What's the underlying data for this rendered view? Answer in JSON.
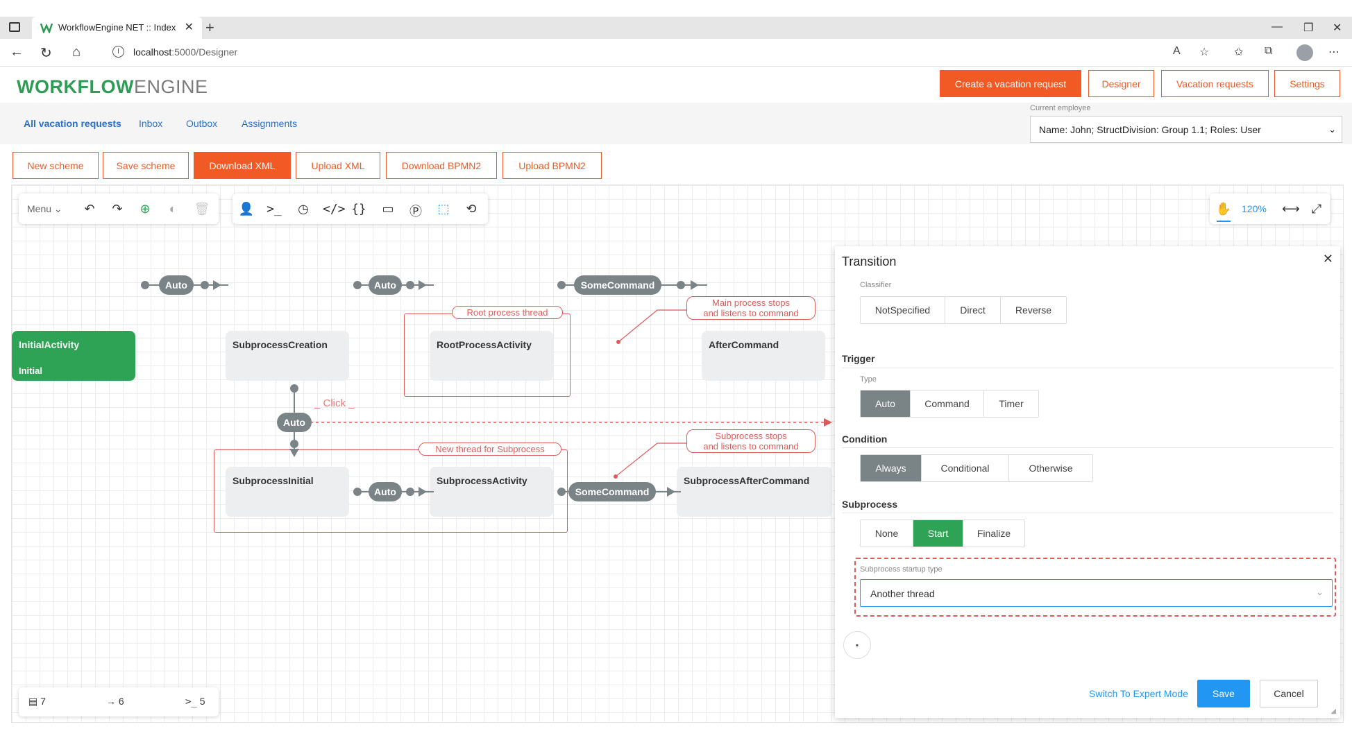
{
  "browser": {
    "tab_title": "WorkflowEngine NET :: Index",
    "url_host": "localhost",
    "url_rest": ":5000/Designer"
  },
  "app": {
    "logo_bold": "WORKFLOW",
    "logo_light": "ENGINE",
    "header_buttons": [
      "Create a vacation request",
      "Designer",
      "Vacation requests",
      "Settings"
    ],
    "subnav": [
      "All vacation requests",
      "Inbox",
      "Outbox",
      "Assignments"
    ],
    "current_employee_label": "Current employee",
    "current_employee_value": "Name: John; StructDivision: Group 1.1; Roles: User"
  },
  "scheme_toolbar": [
    "New scheme",
    "Save scheme",
    "Download XML",
    "Upload XML",
    "Download BPMN2",
    "Upload BPMN2"
  ],
  "designer": {
    "menu_label": "Menu",
    "zoom": "120%",
    "stats": {
      "activities": "7",
      "transitions": "6",
      "commands": "5"
    }
  },
  "diagram": {
    "activities": {
      "initial": "InitialActivity",
      "initial_state": "Initial",
      "subprocess_creation": "SubprocessCreation",
      "root_process_activity": "RootProcessActivity",
      "after_command": "AfterCommand",
      "subprocess_initial": "SubprocessInitial",
      "subprocess_activity": "SubprocessActivity",
      "subprocess_after_command": "SubprocessAfterCommand"
    },
    "transitions": {
      "auto": "Auto",
      "command": "SomeCommand"
    },
    "annotations": {
      "root_thread": "Root process thread",
      "main_stops_1": "Main process stops",
      "main_stops_2": "and listens to command",
      "new_thread": "New thread for Subprocess",
      "sub_stops_1": "Subprocess stops",
      "sub_stops_2": "and listens to command",
      "click": "Click"
    }
  },
  "dialog": {
    "title": "Transition",
    "classifier_label": "Classifier",
    "classifier_options": [
      "NotSpecified",
      "Direct",
      "Reverse"
    ],
    "trigger_label": "Trigger",
    "type_label": "Type",
    "trigger_options": [
      "Auto",
      "Command",
      "Timer"
    ],
    "trigger_selected": "Auto",
    "condition_label": "Condition",
    "condition_options": [
      "Always",
      "Conditional",
      "Otherwise"
    ],
    "condition_selected": "Always",
    "subprocess_label": "Subprocess",
    "subprocess_options": [
      "None",
      "Start",
      "Finalize"
    ],
    "subprocess_selected": "Start",
    "startup_type_label": "Subprocess startup type",
    "startup_type_value": "Another thread",
    "expert_mode": "Switch To Expert Mode",
    "save": "Save",
    "cancel": "Cancel"
  },
  "colors": {
    "brand_orange": "#f15a24",
    "brand_green": "#2ea355",
    "link_blue": "#2196f3",
    "annotation_red": "#e05a5a",
    "node_gray": "#7a8487"
  }
}
